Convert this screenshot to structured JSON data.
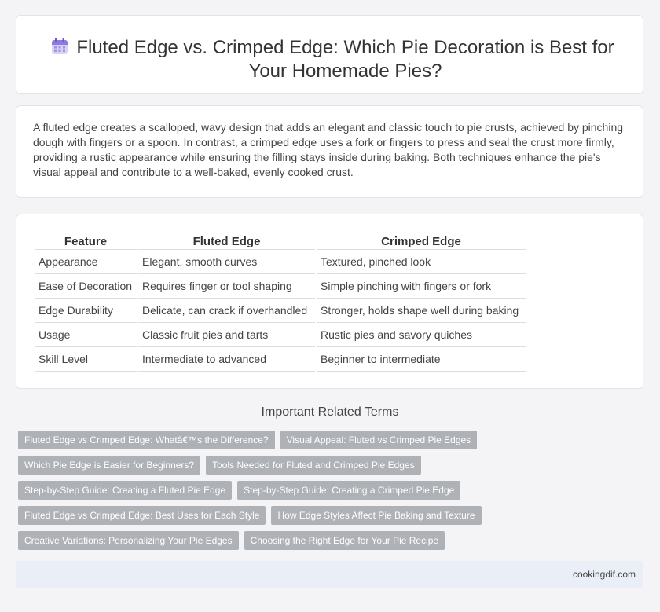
{
  "header": {
    "icon": "calendar-icon",
    "title": "Fluted Edge vs. Crimped Edge: Which Pie Decoration is Best for Your Homemade Pies?"
  },
  "intro": {
    "text": "A fluted edge creates a scalloped, wavy design that adds an elegant and classic touch to pie crusts, achieved by pinching dough with fingers or a spoon. In contrast, a crimped edge uses a fork or fingers to press and seal the crust more firmly, providing a rustic appearance while ensuring the filling stays inside during baking. Both techniques enhance the pie's visual appeal and contribute to a well-baked, evenly cooked crust."
  },
  "comparison": {
    "headers": [
      "Feature",
      "Fluted Edge",
      "Crimped Edge"
    ],
    "rows": [
      [
        "Appearance",
        "Elegant, smooth curves",
        "Textured, pinched look"
      ],
      [
        "Ease of Decoration",
        "Requires finger or tool shaping",
        "Simple pinching with fingers or fork"
      ],
      [
        "Edge Durability",
        "Delicate, can crack if overhandled",
        "Stronger, holds shape well during baking"
      ],
      [
        "Usage",
        "Classic fruit pies and tarts",
        "Rustic pies and savory quiches"
      ],
      [
        "Skill Level",
        "Intermediate to advanced",
        "Beginner to intermediate"
      ]
    ]
  },
  "related": {
    "heading": "Important Related Terms",
    "tags": [
      "Fluted Edge vs Crimped Edge: Whatâ€™s the Difference?",
      "Visual Appeal: Fluted vs Crimped Pie Edges",
      "Which Pie Edge is Easier for Beginners?",
      "Tools Needed for Fluted and Crimped Pie Edges",
      "Step-by-Step Guide: Creating a Fluted Pie Edge",
      "Step-by-Step Guide: Creating a Crimped Pie Edge",
      "Fluted Edge vs Crimped Edge: Best Uses for Each Style",
      "How Edge Styles Affect Pie Baking and Texture",
      "Creative Variations: Personalizing Your Pie Edges",
      "Choosing the Right Edge for Your Pie Recipe"
    ]
  },
  "footer": {
    "site": "cookingdif.com"
  }
}
